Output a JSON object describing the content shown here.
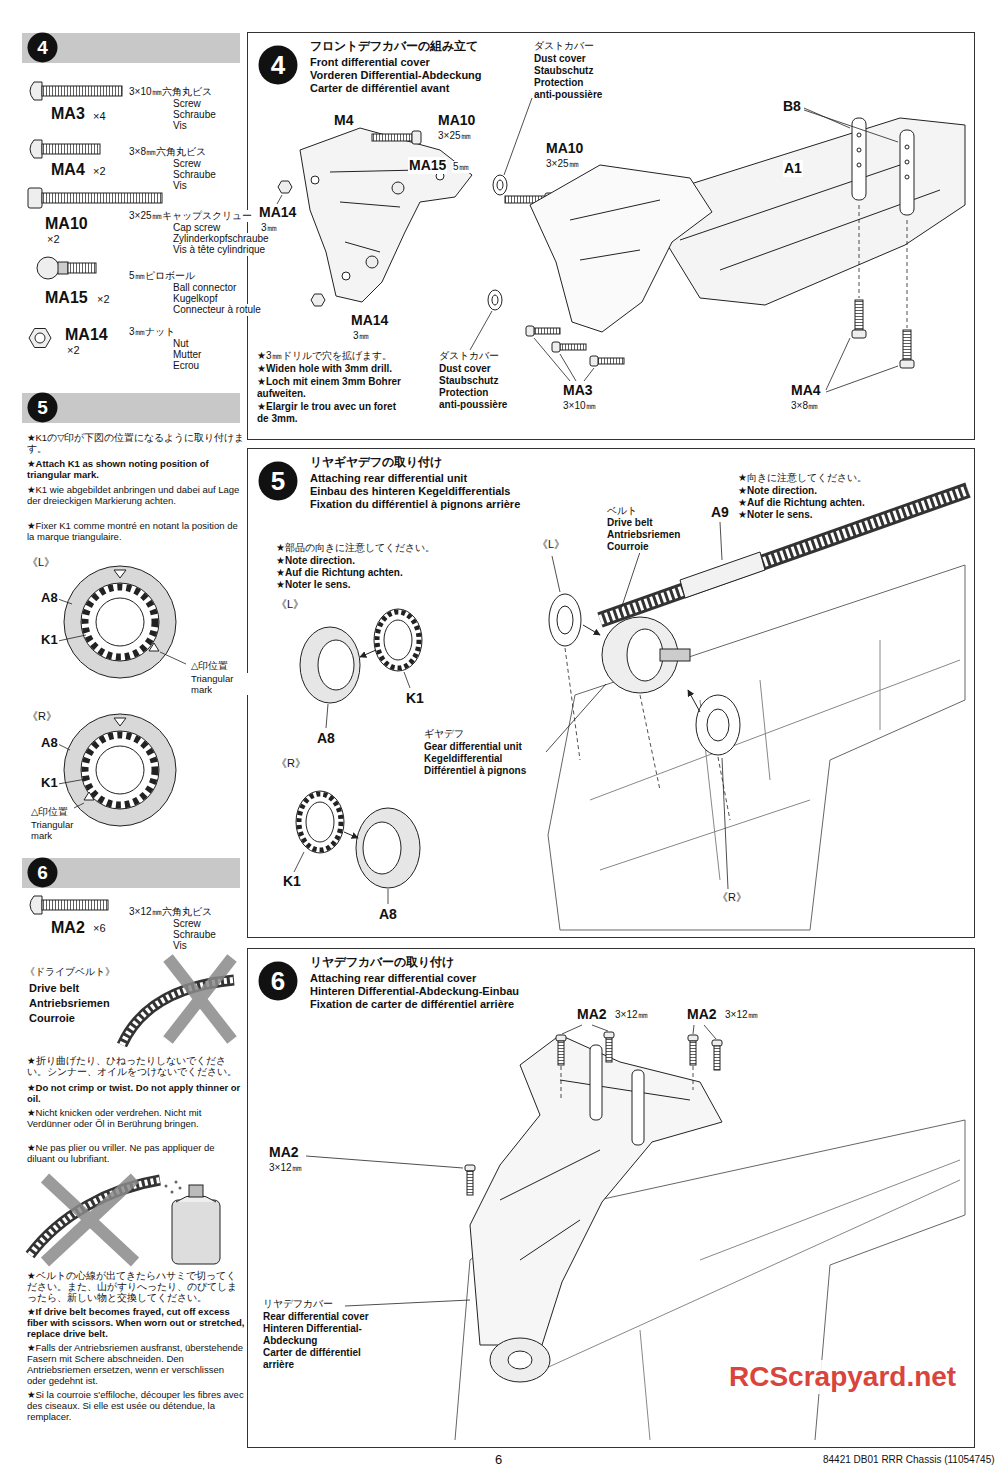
{
  "diagram": {
    "nodes": [
      {
        "text": [
          "4"
        ]
      },
      {
        "text": [
          "フロントデフカバーの組み立て",
          "Front differential cover",
          "Vorderen Differential-Abdeckung",
          "Carter de différentiel avant"
        ]
      },
      {
        "text": [
          "4"
        ],
        "in": 1
      },
      {
        "text": [
          "5"
        ]
      },
      {
        "text": [
          "リヤギヤデフの取り付け",
          "Attaching rear differential unit",
          "Einbau des hinteren Kegeldifferentials",
          "Fixation du différentiel à pignons arrière"
        ]
      },
      {
        "text": [
          "5"
        ],
        "in": 4
      },
      {
        "text": [
          "6"
        ]
      },
      {
        "text": [
          "リヤデフカバーの取り付け",
          "Attaching rear differential cover",
          "Hinteren Differential-Abdeckung-Einbau",
          "Fixation de carter de différentiel arrière"
        ]
      },
      {
        "text": [
          "6"
        ],
        "in": 7
      }
    ],
    "labels": [
      "3×10㎜六角丸ビス",
      "Screw",
      "Schraube",
      "Vis",
      "MA3",
      "×4",
      "3×8㎜六角丸ビス",
      "Screw",
      "Schraube",
      "Vis",
      "MA4",
      "×2",
      "3×25㎜キャップスクリュー",
      "Cap screw",
      "Zylinderkopfschraube",
      "Vis à tête cylindrique",
      "MA10",
      "×2",
      "5㎜ピロボール",
      "Ball connector",
      "Kugelkopf",
      "Connecteur à rotule",
      "MA15",
      "×2",
      "3㎜ナット",
      "Nut",
      "Mutter",
      "Ecrou",
      "MA14",
      "×2",
      "★K1の▽印が下図の位置になるように取り付けます。",
      "★Attach K1 as shown noting position of triangular mark.",
      "★K1 wie abgebildet anbringen und dabei auf Lage der dreieckigen Markierung achten.",
      "★Fixer K1 comme montré en notant la position de la marque triangulaire.",
      "《L》",
      "A8",
      "K1",
      "△印位置",
      "Triangular mark",
      "《R》",
      "A8",
      "K1",
      "△印位置",
      "Triangular mark",
      "3×12㎜六角丸ビス",
      "Screw",
      "Schraube",
      "Vis",
      "MA2",
      "×6",
      "《ドライブベルト》",
      "Drive belt",
      "Antriebsriemen",
      "Courroie",
      "★折り曲げたり、ひねったりしないでください。シンナー、オイルをつけないでください。",
      "★Do not crimp or twist. Do not apply thinner or oil.",
      "★Nicht knicken oder verdrehen. Nicht mit Verdünner oder Öl in Berührung bringen.",
      "★Ne pas plier ou vriller. Ne pas appliquer de diluant ou lubrifiant.",
      "★ベルトの心線が出てきたらハサミで切ってください。また、山がすりへったり、のびてしまったら、新しい物と交換してください。",
      "★If drive belt becomes frayed, cut off excess fiber with scissors. When worn out or stretched, replace drive belt.",
      "★Falls der Antriebsriemen ausfranst, überstehende Fasern mit Schere abschneiden. Den Antriebsriemen ersetzen, wenn er verschlissen oder gedehnt ist.",
      "★Si la courroie s'effiloche, découper les fibres avec des ciseaux. Si elle est usée ou détendue, la remplacer.",
      "ダストカバー",
      "Dust cover",
      "Staubschutz",
      "Protection",
      "anti-poussière",
      "M4",
      "MA10",
      "3×25㎜",
      "MA15",
      "5㎜",
      "MA10",
      "3×25㎜",
      "B8",
      "A1",
      "MA14",
      "3㎜",
      "MA14",
      "3㎜",
      "★3㎜ドリルで穴を拡げます。",
      "★Widen hole with 3mm drill.",
      "★Loch mit einem 3mm Bohrer aufweiten.",
      "★Elargir le trou avec un foret de 3mm.",
      "ダストカバー",
      "Dust cover",
      "Staubschutz",
      "Protection",
      "anti-poussière",
      "MA3",
      "3×10㎜",
      "MA4",
      "3×8㎜",
      "★部品の向きに注意してください。",
      "★Note direction.",
      "★Auf die Richtung achten.",
      "★Noter le sens.",
      "《L》",
      "K1",
      "A8",
      "《R》",
      "K1",
      "A8",
      "《L》",
      "ベルト",
      "Drive belt",
      "Antriebsriemen",
      "Courroie",
      "A9",
      "★向きに注意してください。",
      "★Note direction.",
      "★Auf die Richtung achten.",
      "★Noter le sens.",
      "ギヤデフ",
      "Gear differential unit",
      "Kegeldifferential",
      "Différentiel à pignons",
      "《R》",
      "MA2",
      "3×12㎜",
      "MA2",
      "3×12㎜",
      "MA2",
      "3×12㎜",
      "リヤデフカバー",
      "Rear differential cover",
      "Hinteren Differential-Abdeckung",
      "Carter de différentiel arrière",
      "6",
      "84421 DB01 RRR Chassis (11054745)",
      "RCScrapyard.net"
    ]
  }
}
